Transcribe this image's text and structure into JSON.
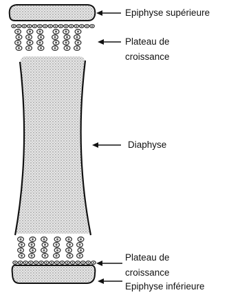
{
  "labels": {
    "epiphyse_superieure": "Epiphyse supérieure",
    "plateau_haut_l1": "Plateau de",
    "plateau_haut_l2": "croissance",
    "diaphyse": "Diaphyse",
    "plateau_bas_l1": "Plateau de",
    "plateau_bas_l2": "croissance",
    "epiphyse_inferieure": "Epiphyse inférieure"
  },
  "colors": {
    "ink": "#111111",
    "stipple_fill": "#d9d9d9",
    "cell": "#333333"
  }
}
